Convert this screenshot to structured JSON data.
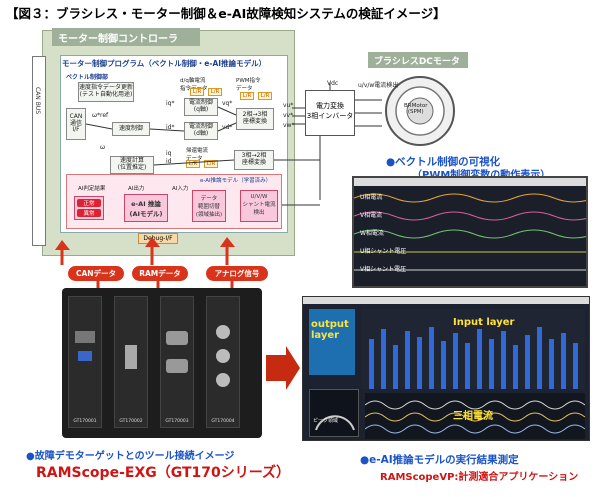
{
  "title": "【図３：ブラシレス・モーター制御＆e-AI故障検知システムの検証イメージ】",
  "controller": {
    "header": "モーター制御コントローラ",
    "canbus": "CAN BUS",
    "program_title": "モーター制御プログラム（ベクトル制御・e-AI推論モデル）",
    "vector_label": "ベクトル制御部",
    "blocks": {
      "speed_cmd": "速度指令データ更新\n(テスト自動化用途)",
      "can_comm": "CAN\n通信\nI/F",
      "speed_ctrl": "速度制御",
      "current_ctrl_d": "電流制御\n(q軸)",
      "current_ctrl_q": "電流制御\n(d軸)",
      "coord_2to3": "2相→3相\n座標変換",
      "speed_calc": "速度計算\n(位置推定)",
      "coord_3to2": "3相→2相\n座標変換",
      "dq_cmd": "d/q軸電流\n指令データ",
      "pwm_cmd": "PWM指令\nデータ",
      "fb_current": "帰還電流\nデータ",
      "ai_result_label": "AI判定結果",
      "ai_out_label": "AI出力",
      "ai_in_label": "AI入力",
      "ai_model_label": "e-AI推論モデル（学習済み）",
      "normal": "正常",
      "abnormal": "異常",
      "ai_infer": "e-AI 推論\n(AIモデル)",
      "data_window": "データ\n範囲切替\n(領域抽出)",
      "uvw_detect": "U/V/W\nシャント電流\n検出",
      "debug": "Debug-I/F"
    },
    "signals": {
      "iq_ref": "iq*",
      "id_ref": "id*",
      "vq_ref": "vq*",
      "vd_ref": "vd*",
      "vu": "vu*",
      "vv": "vv*",
      "vw": "vw*",
      "iq": "iq",
      "id": "id",
      "omega_ref": "ω*ref",
      "omega": "ω",
      "dc": "Vdc"
    }
  },
  "inverter": "電力変換\n3相インバータ",
  "motor": {
    "header": "ブラシレスDCモーター",
    "label": "BRMotor\n(SPM)",
    "current_label": "u/v/w電流検出"
  },
  "captions": {
    "vector_viz": "●ベクトル制御の可視化",
    "vector_viz_sub": "（PWM制御変数の動作表示）",
    "tool_conn": "●故障デモターゲットとのツール接続イメージ",
    "product": "RAMScope-EXG（GT170シリーズ）",
    "infer_result": "●e-AI推論モデルの実行結果測定",
    "app_name": "RAMScopeVP:計測適合アプリケーション"
  },
  "scope_signals": [
    "U相電流",
    "V相電流",
    "W相電流",
    "U相シャント電圧",
    "V相シャント電圧"
  ],
  "tags": {
    "can": "CANデータ",
    "ram": "RAMデータ",
    "analog": "アナログ信号"
  },
  "modules": [
    "GT170001",
    "GT170002",
    "GT170003",
    "GT170004"
  ],
  "app": {
    "output_layer": "output\nlayer",
    "input_layer": "Input layer",
    "three_phase": "三相電流",
    "peak": "ピーク領域"
  },
  "colors": {
    "tag_red": "#d9341b",
    "caption_blue": "#1a53c8",
    "caption_red": "#d01414"
  }
}
